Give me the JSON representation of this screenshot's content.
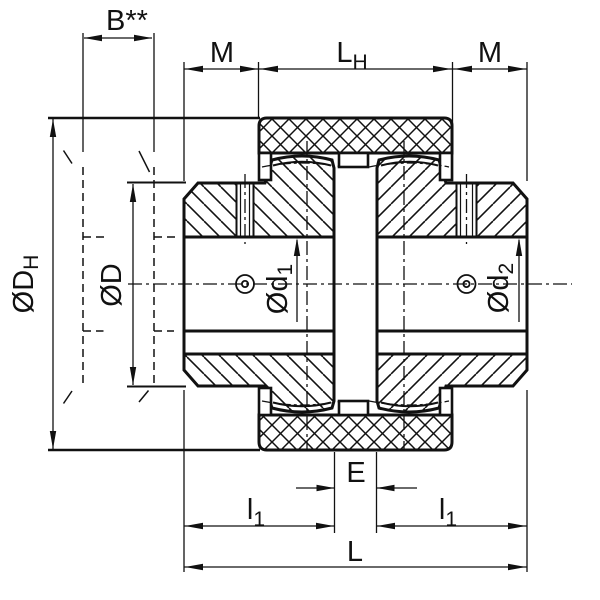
{
  "drawing": {
    "colors": {
      "ink": "#111111",
      "paper": "#ffffff"
    },
    "icons": {
      "concentricity_left": "concentricity-mark",
      "concentricity_right": "concentricity-mark"
    },
    "dim_labels": {
      "b": {
        "text": "B**"
      },
      "m_left": {
        "text": "M"
      },
      "lh": {
        "base": "L",
        "sub": "H"
      },
      "m_right": {
        "text": "M"
      },
      "dh": {
        "base": "ØD",
        "sub": "H"
      },
      "d": {
        "text": "ØD"
      },
      "d1": {
        "base": "Ød",
        "sub": "1"
      },
      "d2": {
        "base": "Ød",
        "sub": "2"
      },
      "e": {
        "text": "E"
      },
      "l1_left": {
        "base": "l",
        "sub": "1"
      },
      "l1_right": {
        "base": "l",
        "sub": "1"
      },
      "l": {
        "text": "L"
      }
    }
  }
}
